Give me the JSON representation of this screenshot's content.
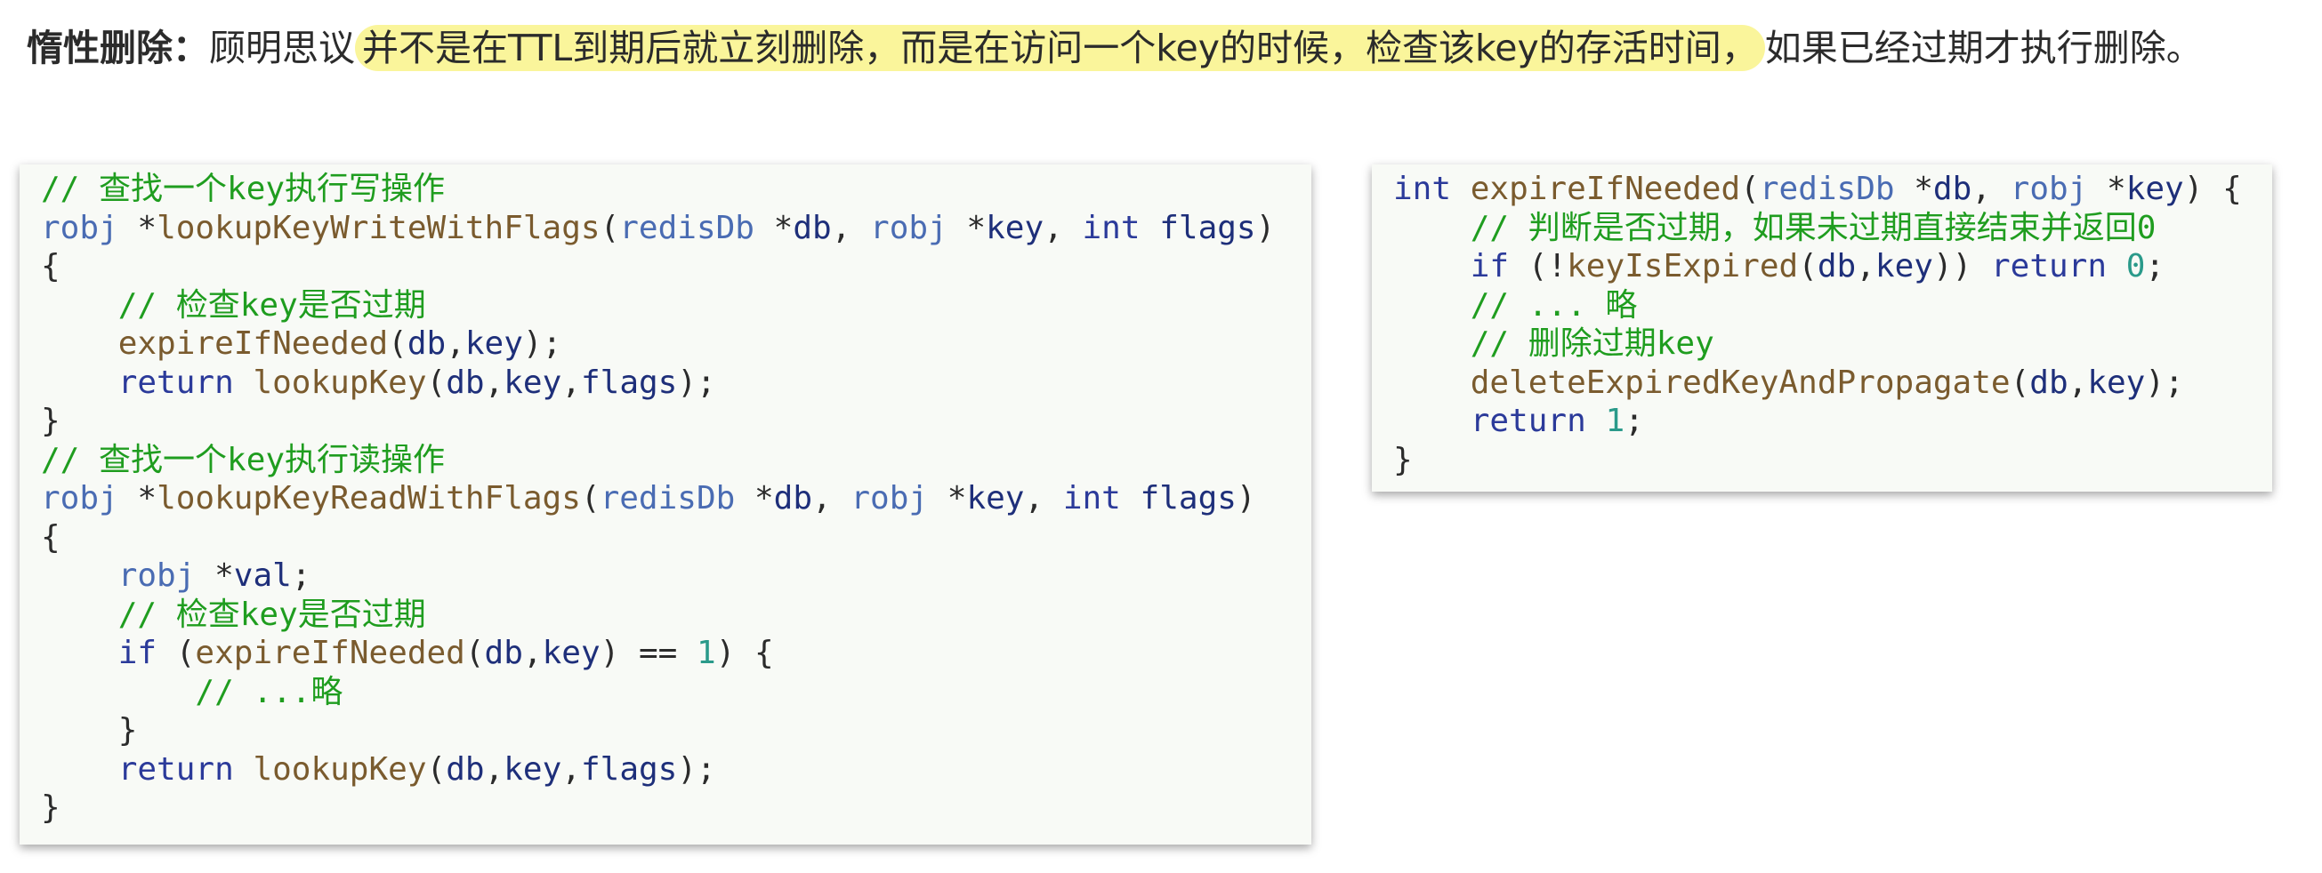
{
  "intro": {
    "bold_label": "惰性删除：",
    "lead": "顾明思议",
    "highlight": "并不是在TTL到期后就立刻删除，而是在访问一个key的时候，检查该key的存活时间，",
    "tail": "如果已经过期才执行删除。"
  },
  "code_left": {
    "comment_write": "// 查找一个key执行写操作",
    "write_sig": {
      "t1": "robj",
      "p1": " *",
      "f": "lookupKeyWriteWithFlags",
      "p2": "(",
      "t2": "redisDb",
      "p3": " *",
      "v1": "db",
      "p4": ", ",
      "t3": "robj",
      "p5": " *",
      "v2": "key",
      "p6": ", ",
      "k": "int",
      "p7": " ",
      "v3": "flags",
      "p8": ")"
    },
    "brace_open_1": "{",
    "comment_check_1": "// 检查key是否过期",
    "call_expire_1": {
      "f": "expireIfNeeded",
      "p1": "(",
      "v1": "db",
      "p2": ",",
      "v2": "key",
      "p3": ");"
    },
    "return_1": {
      "k": "return",
      "p0": " ",
      "f": "lookupKey",
      "p1": "(",
      "v1": "db",
      "p2": ",",
      "v2": "key",
      "p3": ",",
      "v3": "flags",
      "p4": ");"
    },
    "brace_close_1": "}",
    "comment_read": "// 查找一个key执行读操作",
    "read_sig": {
      "t1": "robj",
      "p1": " *",
      "f": "lookupKeyReadWithFlags",
      "p2": "(",
      "t2": "redisDb",
      "p3": " *",
      "v1": "db",
      "p4": ", ",
      "t3": "robj",
      "p5": " *",
      "v2": "key",
      "p6": ", ",
      "k": "int",
      "p7": " ",
      "v3": "flags",
      "p8": ")"
    },
    "brace_open_2": "{",
    "decl_val": {
      "t": "robj",
      "p1": " *",
      "v": "val",
      "p2": ";"
    },
    "comment_check_2": "// 检查key是否过期",
    "if_expire": {
      "k": "if",
      "p1": " (",
      "f": "expireIfNeeded",
      "p2": "(",
      "v1": "db",
      "p3": ",",
      "v2": "key",
      "p4": ") == ",
      "n": "1",
      "p5": ") {"
    },
    "comment_omit": "// ...略",
    "brace_close_inner": "}",
    "return_2": {
      "k": "return",
      "p0": " ",
      "f": "lookupKey",
      "p1": "(",
      "v1": "db",
      "p2": ",",
      "v2": "key",
      "p3": ",",
      "v3": "flags",
      "p4": ");"
    },
    "brace_close_2": "}"
  },
  "code_right": {
    "sig": {
      "k": "int",
      "p0": " ",
      "f": "expireIfNeeded",
      "p1": "(",
      "t1": "redisDb",
      "p2": " *",
      "v1": "db",
      "p3": ", ",
      "t2": "robj",
      "p4": " *",
      "v2": "key",
      "p5": ") {"
    },
    "comment_judge": "// 判断是否过期，如果未过期直接结束并返回0",
    "if_not_expired": {
      "k": "if",
      "p1": " (!",
      "f": "keyIsExpired",
      "p2": "(",
      "v1": "db",
      "p3": ",",
      "v2": "key",
      "p4": ")) ",
      "k2": "return",
      "p5": " ",
      "n": "0",
      "p6": ";"
    },
    "comment_omit": "// ... 略",
    "comment_delete": "// 删除过期key",
    "delete_call": {
      "f": "deleteExpiredKeyAndPropagate",
      "p1": "(",
      "v1": "db",
      "p2": ",",
      "v2": "key",
      "p3": ");"
    },
    "return_1": {
      "k": "return",
      "p0": " ",
      "n": "1",
      "p1": ";"
    },
    "brace_close": "}"
  }
}
